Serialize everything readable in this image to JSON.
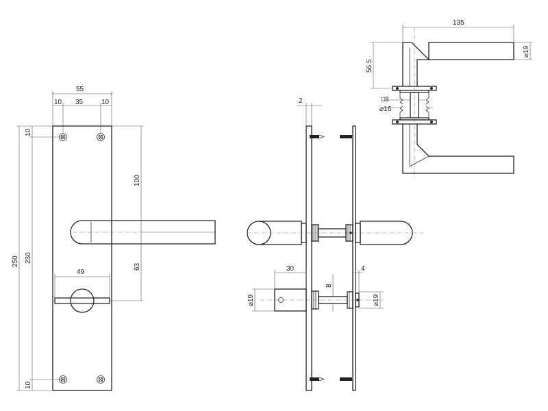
{
  "drawing": {
    "front_view": {
      "width_total": "55",
      "width_margin_left": "10",
      "width_screw_span": "35",
      "width_margin_right": "10",
      "top_screw_offset": "10",
      "bottom_screw_offset": "10",
      "height_total": "250",
      "height_screw_span": "230",
      "lever_to_top": "100",
      "lever_to_turn": "63",
      "turn_width": "49"
    },
    "side_view": {
      "plate_thickness": "2",
      "knob_length": "30",
      "knob_diameter": "⌀19",
      "spindle": "8",
      "release_diameter": "⌀19",
      "release_length": "4"
    },
    "top_view": {
      "lever_length": "135",
      "lever_diameter": "⌀19",
      "projection": "56.5",
      "square_spindle": "□8",
      "rose_diameter": "⌀16"
    }
  }
}
